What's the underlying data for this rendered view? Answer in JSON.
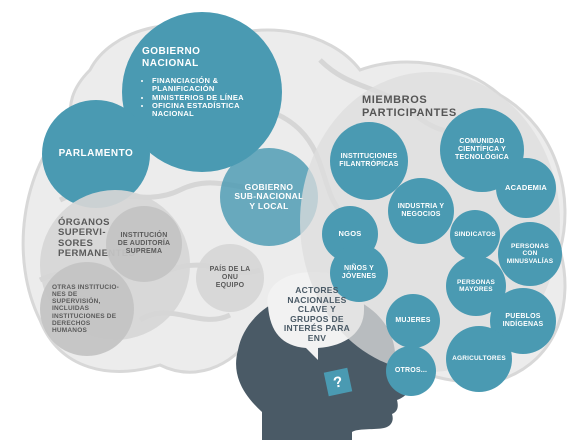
{
  "gobierno_nacional": {
    "title": "GOBIERNO NACIONAL",
    "items": [
      "FINANCIACIÓN & PLANIFICACIÓN",
      "MINISTERIOS DE LÍNEA",
      "OFICINA ESTADÍSTICA NACIONAL"
    ]
  },
  "parlamento": "PARLAMENTO",
  "gobierno_subnacional": "GOBIERNO SUB-NACIONAL Y LOCAL",
  "organos": {
    "title": "ÓRGANOS SUPERVI-SORES PERMANENTES",
    "institucion_auditoria": "INSTITUCIÓN DE AUDITORÍA SUPREMA",
    "otras": "OTRAS INSTITUCIO-NES DE SUPERVISIÓN, INCLUIDAS INSTITUCIONES DE DERECHOS HUMANOS"
  },
  "pais_onu": "PAÍS DE LA ONU EQUIPO",
  "actores": "ACTORES NACIONALES CLAVE Y GRUPOS DE INTERÉS PARA ENV",
  "question_mark": "?",
  "miembros": {
    "title": "MIEMBROS PARTICIPANTES",
    "items": [
      "INSTITUCIONES FILANTRÓPICAS",
      "COMUNIDAD CIENTÍFICA Y TECNOLÓGICA",
      "ACADEMIA",
      "INDUSTRIA Y NEGOCIOS",
      "NGOS",
      "SINDICATOS",
      "PERSONAS CON MINUSVALÍAS",
      "NIÑOS Y JÓVENES",
      "PERSONAS MAYORES",
      "MUJERES",
      "PUEBLOS INDÍGENAS",
      "AGRICULTORES",
      "OTROS..."
    ]
  },
  "colors": {
    "teal": "#4a9ab2",
    "grey": "#d6d6d6",
    "head": "#4a5a66"
  }
}
